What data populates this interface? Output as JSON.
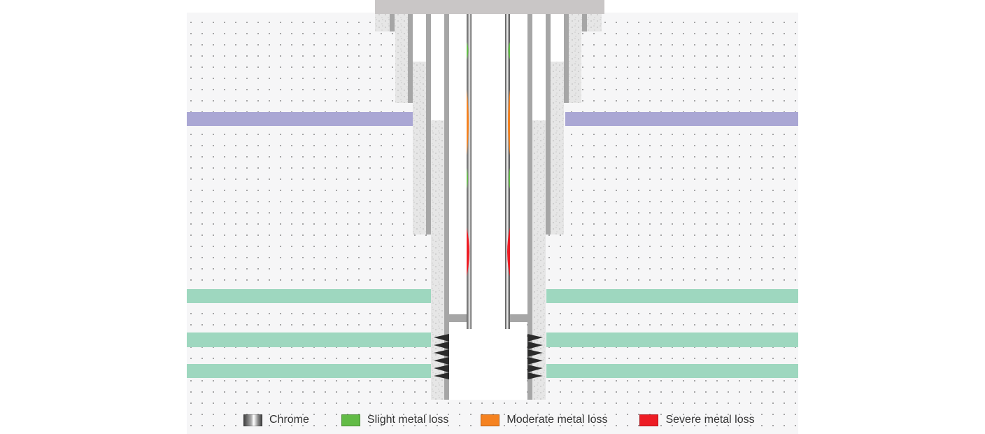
{
  "legend": [
    {
      "label": "Chrome",
      "color": "#888888"
    },
    {
      "label": "Slight metal loss",
      "color": "#62bb46"
    },
    {
      "label": "Moderate metal loss",
      "color": "#f58220"
    },
    {
      "label": "Severe metal loss",
      "color": "#ed1c24"
    }
  ],
  "colors": {
    "formation": "#f6f6f7",
    "cement": "#e6e6e6",
    "casing": "#a6a6a6",
    "wellhead": "#c9c6c6",
    "purple_zone": "#aaa7d4",
    "green_zone": "#9ed7bf",
    "teeth": "#2b2b2b"
  }
}
